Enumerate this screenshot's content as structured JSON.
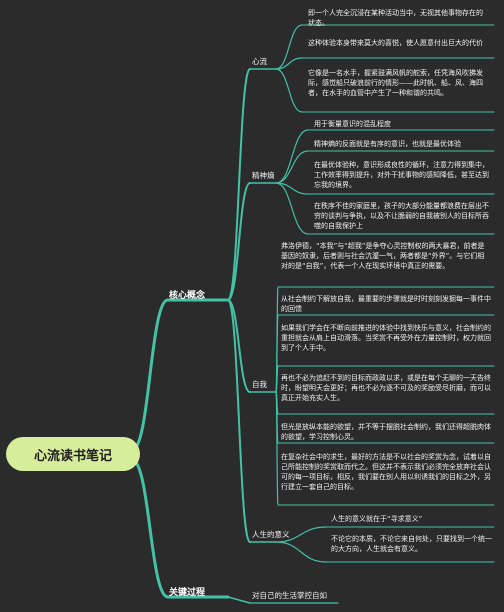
{
  "root": {
    "title": "心流读书笔记"
  },
  "colors": {
    "line": "#43c2a6",
    "root_fill": "#d6ee9c",
    "background": "#2b2b2b"
  },
  "branches": [
    {
      "label": "核心概念",
      "children": [
        {
          "label": "心流",
          "leaves": [
            "即一个人完全沉浸在某种活动当中，无视其他事物存在的状态。",
            "这种体验本身带来莫大的喜悦，使人愿意付出巨大的代价",
            "它像是一名水手，握紧鼓满风帆的舵索，任凭海风吹拂发际，感觉船只破浪前行的情形——此时帆、船、风、海四者，在水手的血管中产生了一种和谐的共鸣。"
          ]
        },
        {
          "label": "精神熵",
          "leaves": [
            "用于衡量意识的混乱程度",
            "精神熵的反面就是有序的意识，也就是最优体验",
            "在最优体验种，意识形成良性的循环，注意力得到集中，工作效率得到提升，对外干扰事物的感知降低，甚至达到忘我的境界。",
            "在秩序不佳的家庭里，孩子的大部分能量都浪费在层出不穷的谈判与争执，以及不让脆弱的自我被别人的目标所吞噬的自我保护上"
          ]
        },
        {
          "label": "自我",
          "leaves": [
            "弗洛伊德，“本我”与“超我”是争夺心灵控制权的两大暴君，前者是基因的奴隶，后者则与社会沆瀣一气，两者都是“外界”。与它们相对的是“自我”，代表一个人在现实环境中真正的需要。",
            "从社会制约下解放自我，最重要的步骤就是时时刻刻发掘每一事件中的回馈",
            "如果我们学会在不断向前推进的体验中找到快乐与意义，社会制约的重担就会从肩上自动滑落。当奖赏不再受外在力量控制时，权力就回到了个人手中。",
            "再也不必为追赶不到的目标而政政以求，或是在每个无聊的一天告终时，盼望明天会更好；再也不必为逐不可及的奖励受尽折磨，而可以真正开始充实人生。",
            "但光是放纵本能的欲望，并不等于摆脱社会制约，我们还得超脱肉体的欲望，学习控制心灵。",
            "在复杂社会中的求生，最好的方法是不以社会的奖赏为念，试着以自己所能控制的奖赏取而代之。但这并不表示我们必须完全放弃社会认可的每一项目标，相反，我们要在别人用以利诱我们的目标之外，另行建立一套自己的目标。"
          ]
        },
        {
          "label": "人生的意义",
          "leaves": [
            "人生的意义就在于“寻求意义”",
            "不论它的本质，不论它来自何处，只要找到一个统一的大方向，人生就会有意义。"
          ]
        }
      ]
    },
    {
      "label": "关键过程",
      "children": [
        {
          "label": "对自己的生活掌控自如",
          "leaves": []
        }
      ]
    }
  ]
}
